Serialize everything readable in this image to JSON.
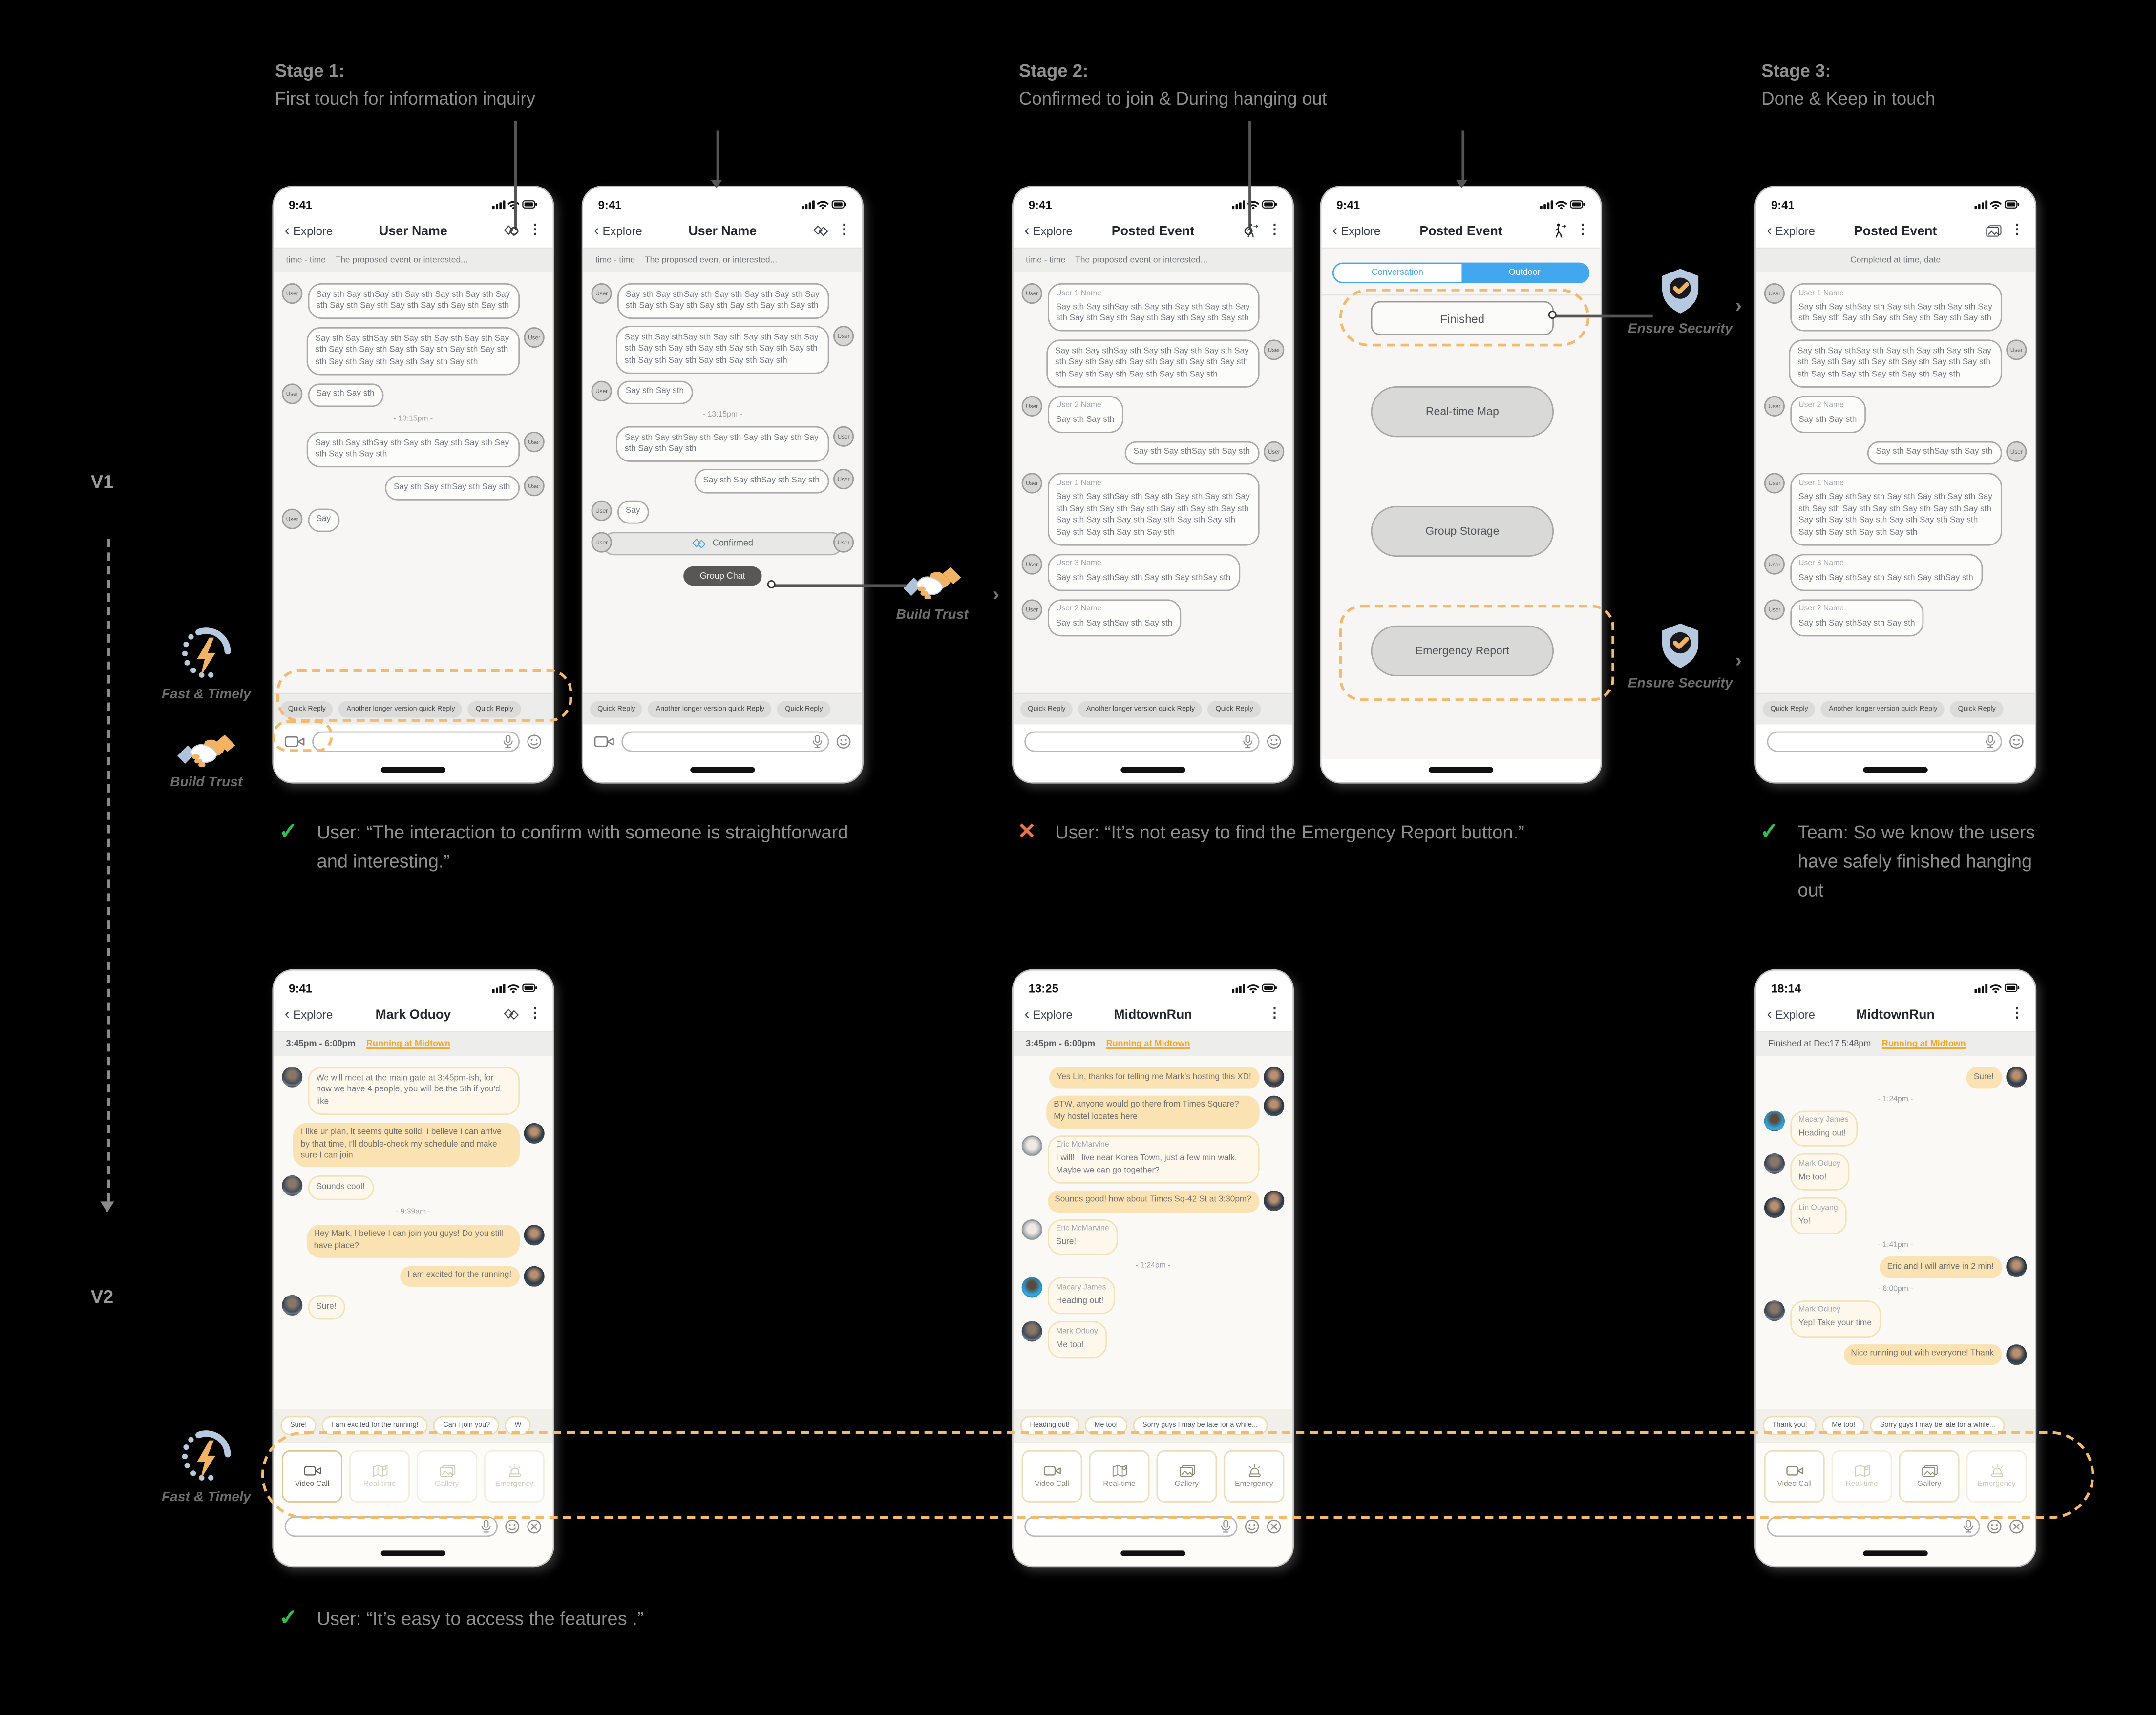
{
  "shared": {
    "user": "User",
    "icons": {
      "kebab": "⋮",
      "back": "‹",
      "chevron": "›",
      "check": "✓",
      "cross": "✕"
    }
  },
  "stages": [
    {
      "title": "Stage 1:",
      "subtitle": "First touch for information inquiry"
    },
    {
      "title": "Stage 2:",
      "subtitle": "Confirmed to join & During hanging out"
    },
    {
      "title": "Stage 3:",
      "subtitle": "Done & Keep in touch"
    }
  ],
  "versions": {
    "v1": "V1",
    "v2": "V2"
  },
  "annotations": {
    "fast_timely": "Fast & Timely",
    "build_trust": "Build Trust",
    "build_trust_mid": "Build Trust",
    "ensure_security_1": "Ensure Security",
    "ensure_security_2": "Ensure Security",
    "fast_timely_v2": "Fast & Timely"
  },
  "quotes": {
    "q1": "User: “The interaction to confirm with someone is straightforward and interesting.”",
    "q2": "User: “It’s not easy to find the Emergency Report button.”",
    "q3": "Team: So we know the users have safely finished hanging out",
    "q4": "User: “It’s easy to access the features .”"
  },
  "phones": {
    "p1": {
      "time": "9:41",
      "back": "Explore",
      "title": "User Name",
      "sub_left": "time - time",
      "sub_right": "The proposed event or interested...",
      "m": [
        {
          "text": "Say sth Say sthSay sth Say sth Say sth Say sth Say sth Say sth Say sth Say sth Say sth Say sth Say sth"
        },
        {
          "text": "Say sth Say sthSay sth Say sth Say sth Say sth Say sth Say sth Say sth Say sth Say sth Say sth Say sth sth Say sth Say sth Say sth Say sth Say sth"
        },
        {
          "text": "Say sth Say sth"
        },
        {
          "text": "- 13:15pm -"
        },
        {
          "text": "Say sth Say sthSay sth Say sth Say sth Say sth Say sth Say sth Say sth"
        },
        {
          "text": "Say sth Say sthSay sth Say sth"
        },
        {
          "text": "Say"
        }
      ],
      "quick": [
        "Quick Reply",
        "Another longer version quick Reply",
        "Quick Reply"
      ]
    },
    "p2": {
      "time": "9:41",
      "back": "Explore",
      "title": "User Name",
      "sub_left": "time - time",
      "sub_right": "The proposed event or interested...",
      "m": [
        {
          "text": "Say sth Say sthSay sth Say sth Say sth Say sth Say sth Say sth Say sth Say sth Say sth Say sth Say sth"
        },
        {
          "text": "Say sth Say sthSay sth Say sth Say sth Say sth Say sth Say sth Say sth Say sth Say sth Say sth Say sth sth Say sth Say sth Say sth Say sth Say sth"
        },
        {
          "text": "Say sth Say sth"
        },
        {
          "text": "- 13:15pm -"
        },
        {
          "text": "Say sth Say sthSay sth Say sth Say sth Say sth Say sth Say sth Say sth"
        },
        {
          "text": "Say sth Say sthSay sth Say sth"
        },
        {
          "text": "Say"
        }
      ],
      "confirmed": "Confirmed",
      "group_chat": "Group Chat",
      "quick": [
        "Quick Reply",
        "Another longer version quick Reply",
        "Quick Reply"
      ]
    },
    "p3": {
      "time": "9:41",
      "back": "Explore",
      "title": "Posted Event",
      "sub_left": "time - time",
      "sub_right": "The proposed event or interested...",
      "m": [
        {
          "name": "User 1 Name",
          "text": "Say sth Say sthSay sth Say sth Say sth Say sth Say sth Say sth Say sth Say sth Say sth Say sth Say sth"
        },
        {
          "text": "Say sth Say sthSay sth Say sth Say sth Say sth Say sth Say sth Say sth Say sth Say sth Say sth Say sth sth Say sth Say sth Say sth Say sth Say sth"
        },
        {
          "name": "User 2 Name",
          "text": "Say sth Say sth"
        },
        {
          "text": "Say sth Say sthSay sth Say sth"
        },
        {
          "name": "User 1 Name",
          "text": "Say sth Say sthSay sth Say sth Say sth Say sth Say sth Say sth Say sth Say sth Say sth Say sth Say sth Say sth Say sth Say sth Say sth Say sth Say sth Say sth Say sth Say sth Say sth"
        },
        {
          "name": "User 3 Name",
          "text": "Say sth Say sthSay sth Say sth Say sthSay sth"
        },
        {
          "name": "User 2 Name",
          "text": "Say sth Say sthSay sth Say sth"
        }
      ],
      "quick": [
        "Quick Reply",
        "Another longer version quick Reply",
        "Quick Reply"
      ]
    },
    "p4": {
      "time": "9:41",
      "back": "Explore",
      "title": "Posted Event",
      "seg_left": "Conversation",
      "seg_right": "Outdoor",
      "finished": "Finished",
      "map": "Real-time Map",
      "storage": "Group Storage",
      "emergency": "Emergency Report"
    },
    "p5": {
      "time": "9:41",
      "back": "Explore",
      "title": "Posted Event",
      "sub_center": "Completed at time, date",
      "m": [
        {
          "name": "User 1 Name",
          "text": "Say sth Say sthSay sth Say sth Say sth Say sth Say sth Say sth Say sth Say sth Say sth Say sth Say sth"
        },
        {
          "text": "Say sth Say sthSay sth Say sth Say sth Say sth Say sth Say sth Say sth Say sth Say sth Say sth Say sth sth Say sth Say sth Say sth Say sth Say sth"
        },
        {
          "name": "User 2 Name",
          "text": "Say sth Say sth"
        },
        {
          "text": "Say sth Say sthSay sth Say sth"
        },
        {
          "name": "User 1 Name",
          "text": "Say sth Say sthSay sth Say sth Say sth Say sth Say sth Say sth Say sth Say sth Say sth Say sth Say sth Say sth Say sth Say sth Say sth Say sth Say sth Say sth Say sth Say sth Say sth"
        },
        {
          "name": "User 3 Name",
          "text": "Say sth Say sthSay sth Say sth Say sthSay sth"
        },
        {
          "name": "User 2 Name",
          "text": "Say sth Say sthSay sth Say sth"
        }
      ],
      "quick": [
        "Quick Reply",
        "Another longer version quick Reply",
        "Quick Reply"
      ]
    },
    "v2p1": {
      "time": "9:41",
      "back": "Explore",
      "title": "Mark Oduoy",
      "sub_left": "3:45pm - 6:00pm",
      "sub_link": "Running at Midtown",
      "m": [
        {
          "text": "We will meet at the main gate at 3:45pm-ish, for now we have 4 people, you will be the 5th if you'd like"
        },
        {
          "text": "I like ur plan, it seems quite solid! I believe I can arrive by that time, I'll double-check my schedule and make sure I can join"
        },
        {
          "text": "Sounds cool!"
        },
        {
          "text": "- 9:39am -"
        },
        {
          "text": "Hey Mark, I believe I can join you guys! Do you still have place?"
        },
        {
          "text": "I am excited for the running!"
        },
        {
          "text": "Sure!"
        }
      ],
      "quick": [
        "Sure!",
        "I am excited for the running!",
        "Can I join you?",
        "W"
      ],
      "features": [
        "Video Call",
        "Real-time",
        "Gallery",
        "Emergency"
      ]
    },
    "v2p2": {
      "time": "13:25",
      "back": "Explore",
      "title": "MidtownRun",
      "sub_left": "3:45pm - 6:00pm",
      "sub_link": "Running at Midtown",
      "m": [
        {
          "text": "Yes Lin,  thanks for telling me Mark's hosting this XD!"
        },
        {
          "text": "BTW, anyone would go there from Times Square? My hostel locates here"
        },
        {
          "name": "Eric McMarvine",
          "text": "I will! I live near Korea Town, just a few min walk. Maybe we can go together?"
        },
        {
          "text": "Sounds good! how about Times Sq-42 St at 3:30pm?"
        },
        {
          "name": "Eric McMarvine",
          "text": "Sure!"
        },
        {
          "text": "- 1:24pm -"
        },
        {
          "name": "Macary James",
          "text": "Heading out!"
        },
        {
          "name": "Mark Oduoy",
          "text": "Me too!"
        }
      ],
      "quick": [
        "Heading out!",
        "Me too!",
        "Sorry guys I may be late for a while..."
      ],
      "features": [
        "Video Call",
        "Real-time",
        "Gallery",
        "Emergency"
      ]
    },
    "v2p3": {
      "time": "18:14",
      "back": "Explore",
      "title": "MidtownRun",
      "sub_left": "Finished at Dec17 5:48pm",
      "sub_link": "Running at Midtown",
      "m": [
        {
          "text": "Sure!"
        },
        {
          "text": "- 1:24pm -"
        },
        {
          "name": "Macary James",
          "text": "Heading out!"
        },
        {
          "name": "Mark Oduoy",
          "text": "Me too!"
        },
        {
          "name": "Lin Ouyang",
          "text": "Yo!"
        },
        {
          "text": "- 1:41pm -"
        },
        {
          "text": "Eric and I will arrive in 2 min!"
        },
        {
          "text": "- 6:00pm -"
        },
        {
          "name": "Mark Oduoy",
          "text": "Yep! Take your time"
        },
        {
          "text": "Nice running out with everyone! Thank"
        }
      ],
      "quick": [
        "Thank you!",
        "Me too!",
        "Sorry guys I may be late for a while..."
      ],
      "features": [
        "Video Call",
        "Real-time",
        "Gallery",
        "Emergency"
      ]
    }
  },
  "colors": {
    "accent_orange": "#F4B96B",
    "blue": "#41A8F0",
    "green": "#2FBE4F",
    "red": "#E8744B",
    "shield_blue": "#B7C9DE"
  }
}
